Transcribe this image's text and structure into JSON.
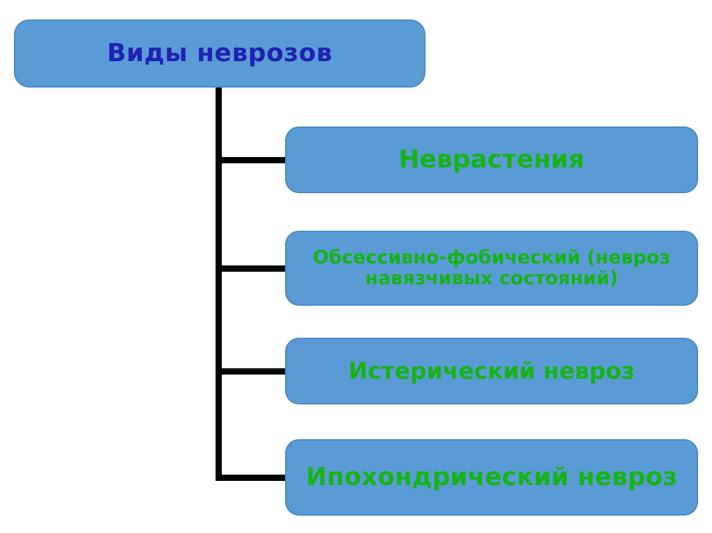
{
  "diagram": {
    "type": "tree",
    "root": {
      "label": "Виды неврозов",
      "text_color": "#1f22b5",
      "fill_color": "#5b9bd5"
    },
    "children": [
      {
        "label": "Неврастения",
        "text_color": "#16b317",
        "fill_color": "#5b9bd5"
      },
      {
        "label": "Обсессивно-фобический (невроз навязчивых состояний)",
        "text_color": "#16b317",
        "fill_color": "#5b9bd5"
      },
      {
        "label": "Истерический невроз",
        "text_color": "#16b317",
        "fill_color": "#5b9bd5"
      },
      {
        "label": "Ипохондрический невроз",
        "text_color": "#16b317",
        "fill_color": "#5b9bd5"
      }
    ],
    "connector_color": "#000000",
    "background_color": "#ffffff"
  }
}
